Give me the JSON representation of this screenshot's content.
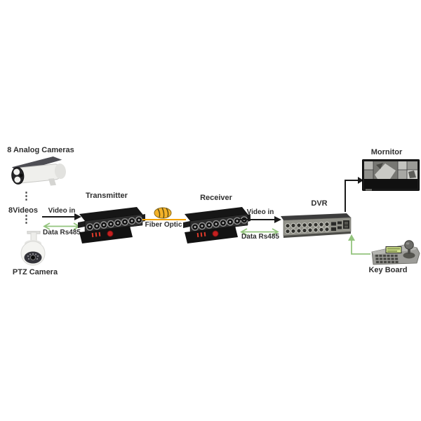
{
  "diagram": {
    "nodes": {
      "analog_cameras": "8 Analog Cameras",
      "videos": "8Videos",
      "ptz_camera": "PTZ Camera",
      "transmitter": "Transmitter",
      "receiver": "Receiver",
      "dvr": "DVR",
      "monitor": "Mornitor",
      "keyboard": "Key Board"
    },
    "connections": {
      "fiber": "Fiber Optic",
      "left_video": "Video in",
      "left_data": "Data Rs485",
      "right_video": "Video in",
      "right_data": "Data Rs485"
    },
    "dots": "⋮",
    "colors": {
      "black_arrow": "#1a1a1a",
      "green_arrow": "#93c47d",
      "fiber_yellow": "#f2a200",
      "label_text": "#2f2f2f"
    }
  }
}
